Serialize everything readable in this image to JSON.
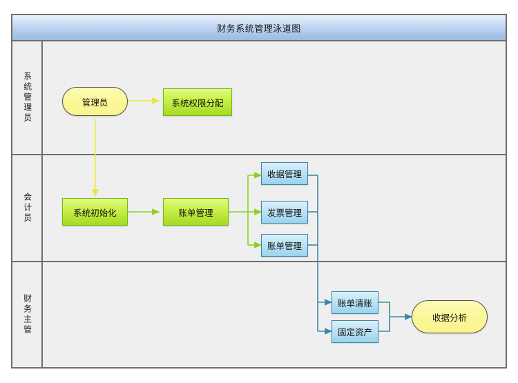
{
  "diagram": {
    "title": "财务系统管理泳道图",
    "colors": {
      "title_bar_top": "#e8f0fb",
      "title_bar_bottom": "#9dbbe2",
      "lane_background": "#efefef",
      "frame_border": "#6e6e6e",
      "terminator_fill": "#fbf79b",
      "terminator_border": "#55554a",
      "process_green_fill": "#c9f04b",
      "process_green_border": "#72b815",
      "process_blue_fill": "#bce3f4",
      "process_blue_border": "#3d87a8",
      "arrow_yellow": "#e8e83a",
      "arrow_green": "#8ed020",
      "arrow_blue": "#3d87a8"
    },
    "lanes": [
      {
        "id": "lane-admin",
        "label": "系统管理员"
      },
      {
        "id": "lane-accountant",
        "label": "会计员"
      },
      {
        "id": "lane-supervisor",
        "label": "财务主管"
      }
    ],
    "nodes": [
      {
        "id": "node-admin",
        "label": "管理员",
        "shape": "terminator",
        "lane": "lane-admin"
      },
      {
        "id": "node-permission",
        "label": "系统权限分配",
        "shape": "process-green",
        "lane": "lane-admin"
      },
      {
        "id": "node-system-init",
        "label": "系统初始化",
        "shape": "process-green",
        "lane": "lane-accountant"
      },
      {
        "id": "node-bill-management",
        "label": "账单管理",
        "shape": "process-green",
        "lane": "lane-accountant"
      },
      {
        "id": "node-receipt-management",
        "label": "收据管理",
        "shape": "process-blue",
        "lane": "lane-accountant"
      },
      {
        "id": "node-invoice-management",
        "label": "发票管理",
        "shape": "process-blue",
        "lane": "lane-accountant"
      },
      {
        "id": "node-bill-record",
        "label": "账单管理",
        "shape": "process-blue",
        "lane": "lane-accountant"
      },
      {
        "id": "node-bill-settlement",
        "label": "账单清账",
        "shape": "process-blue",
        "lane": "lane-supervisor"
      },
      {
        "id": "node-fixed-assets",
        "label": "固定资产",
        "shape": "process-blue",
        "lane": "lane-supervisor"
      },
      {
        "id": "node-receipt-analysis",
        "label": "收据分析",
        "shape": "terminator",
        "lane": "lane-supervisor"
      }
    ],
    "edges": [
      {
        "from": "node-admin",
        "to": "node-permission",
        "color": "yellow"
      },
      {
        "from": "node-admin",
        "to": "node-system-init",
        "color": "yellow"
      },
      {
        "from": "node-system-init",
        "to": "node-bill-management",
        "color": "green"
      },
      {
        "from": "node-bill-management",
        "to": "node-receipt-management",
        "color": "green"
      },
      {
        "from": "node-bill-management",
        "to": "node-invoice-management",
        "color": "green"
      },
      {
        "from": "node-bill-management",
        "to": "node-bill-record",
        "color": "green"
      },
      {
        "from": "node-receipt-management",
        "to": "node-bill-settlement",
        "color": "blue"
      },
      {
        "from": "node-invoice-management",
        "to": "node-bill-settlement",
        "color": "blue"
      },
      {
        "from": "node-bill-record",
        "to": "node-fixed-assets",
        "color": "blue"
      },
      {
        "from": "node-bill-settlement",
        "to": "node-receipt-analysis",
        "color": "blue"
      },
      {
        "from": "node-fixed-assets",
        "to": "node-receipt-analysis",
        "color": "blue"
      }
    ]
  }
}
